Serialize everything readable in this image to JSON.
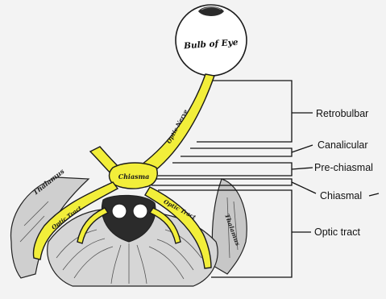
{
  "diagram": {
    "eye_label": "Bulb of Eye",
    "nerve_label": "Optic Nerve",
    "chiasma_label": "Chiasma",
    "thalamus_left_label": "Thalamus",
    "thalamus_right_label": "Thalamus",
    "tract_left_label": "Optic Tract",
    "tract_right_label": "Optic Tract"
  },
  "segments": [
    {
      "id": "retrobulbar",
      "label": "Retrobulbar"
    },
    {
      "id": "canalicular",
      "label": "Canalicular"
    },
    {
      "id": "prechiasmal",
      "label": "Pre-chiasmal"
    },
    {
      "id": "chiasmal",
      "label": "Chiasmal"
    },
    {
      "id": "optic-tract",
      "label": "Optic tract"
    }
  ],
  "colors": {
    "background": "#f3f3f3",
    "nerve_yellow": "#f2ee3a",
    "outline": "#1a1a1a"
  }
}
